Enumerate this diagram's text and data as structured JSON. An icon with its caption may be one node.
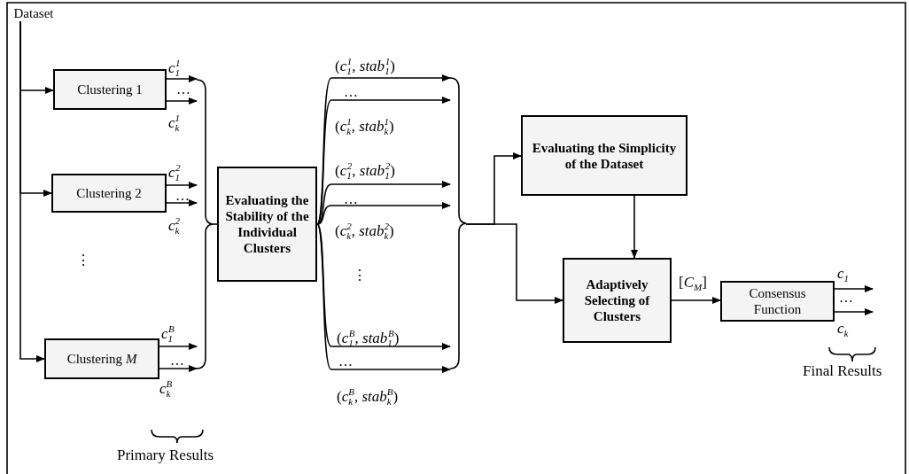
{
  "diagram": {
    "nodes": [
      {
        "text": [
          "Dataset"
        ]
      },
      {
        "text": [
          "Clustering 1"
        ]
      },
      {
        "text": [
          "Clustering 2"
        ]
      },
      {
        "text": [
          "Clustering *M*"
        ]
      },
      {
        "text": [
          "Evaluating the Stability of the Individual Clusters"
        ]
      },
      {
        "text": [
          "Evaluating the Simplicity of the Dataset"
        ]
      },
      {
        "text": [
          "Adaptively Selecting of Clusters"
        ]
      },
      {
        "text": [
          "Consensus Function"
        ]
      },
      {
        "text": [],
        "shape": "brace"
      },
      {
        "text": [],
        "shape": "brace"
      }
    ],
    "edges": [
      {
        "from": 0,
        "to": 1,
        "arrow": "to"
      },
      {
        "from": 0,
        "to": 2,
        "arrow": "to"
      },
      {
        "from": 0,
        "to": 3,
        "arrow": "to"
      },
      {
        "from": 1,
        "to": 8,
        "arrow": "to",
        "label": "*c*$_{1}$$^{1}$"
      },
      {
        "from": 1,
        "to": 8,
        "arrow": "to",
        "label": "*c*$_{k}$$^{1}$"
      },
      {
        "from": 2,
        "to": 8,
        "arrow": "to",
        "label": "*c*$_{1}$$^{2}$"
      },
      {
        "from": 2,
        "to": 8,
        "arrow": "to",
        "label": "*c*$_{k}$$^{2}$"
      },
      {
        "from": 3,
        "to": 8,
        "arrow": "to",
        "label": "*c*$_{1}$$^{B}$"
      },
      {
        "from": 3,
        "to": 8,
        "arrow": "to",
        "label": "*c*$_{k}$$^{B}$"
      },
      {
        "from": 8,
        "to": 4,
        "arrow": "none"
      },
      {
        "from": 4,
        "to": 9,
        "arrow": "to",
        "label": "(*c*$_{1}$$^{1}$, *stab*$_{1}$$^{1}$)"
      },
      {
        "from": 4,
        "to": 9,
        "arrow": "to",
        "label": "(*c*$_{k}$$^{1}$, *stab*$_{k}$$^{1}$)"
      },
      {
        "from": 4,
        "to": 9,
        "arrow": "to",
        "label": "(*c*$_{1}$$^{2}$, *stab*$_{1}$$^{2}$)"
      },
      {
        "from": 4,
        "to": 9,
        "arrow": "to",
        "label": "(*c*$_{k}$$^{2}$, *stab*$_{k}$$^{2}$)"
      },
      {
        "from": 4,
        "to": 9,
        "arrow": "to",
        "label": "(*c*$_{1}$$^{B}$, *stab*$_{1}$$^{B}$)"
      },
      {
        "from": 4,
        "to": 9,
        "arrow": "to",
        "label": "(*c*$_{k}$$^{B}$, *stab*$_{k}$$^{B}$)"
      },
      {
        "from": 9,
        "to": 5,
        "arrow": "to"
      },
      {
        "from": 9,
        "to": 6,
        "arrow": "to"
      },
      {
        "from": 5,
        "to": 6,
        "arrow": "to"
      },
      {
        "from": 6,
        "to": 7,
        "arrow": "to",
        "label": "[*C*$_{M}$]"
      },
      {
        "from": 7,
        "to": null,
        "arrow": "to",
        "label": "*c*$_{1}$"
      },
      {
        "from": 7,
        "to": null,
        "arrow": "to",
        "label": "*c*$_{k}$"
      }
    ],
    "labels": [
      "…",
      "…",
      "⋮",
      "…",
      "Primary Results",
      "…",
      "…",
      "⋮",
      "…",
      "…",
      "Final Results"
    ]
  }
}
